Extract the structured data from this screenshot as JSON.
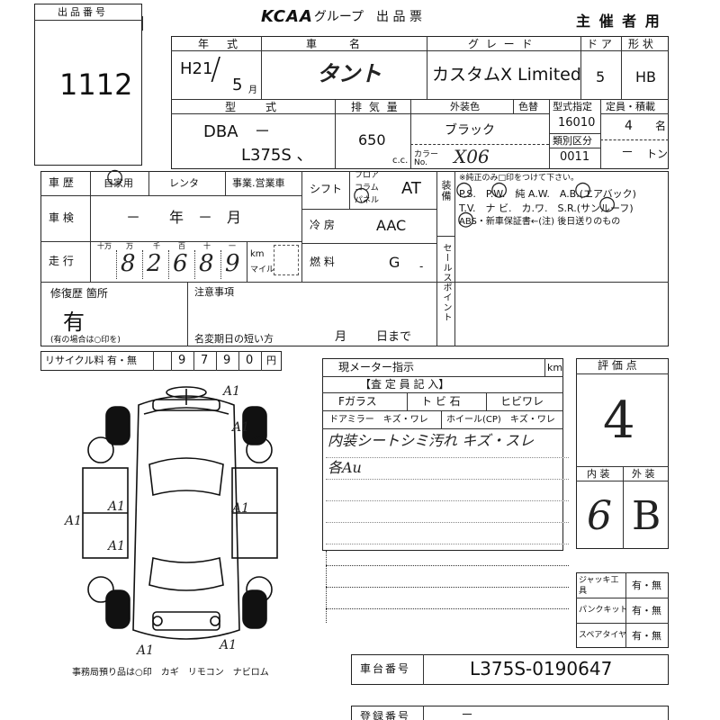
{
  "header": {
    "lot_label": "出品番号",
    "lot_number": "1112",
    "brand": "KCAA",
    "form_title": ". グループ　出 品 票",
    "copy_label": "主 催 者 用"
  },
  "row1": {
    "year_label": "年　式",
    "year_era": "H21",
    "year_month": "5",
    "month_unit": "月",
    "name_label": "車　　名",
    "car_name": "タント",
    "grade_label": "グ レ ー ド",
    "grade": "カスタムX Limited",
    "door_label": "ド ア",
    "doors": "5",
    "shape_label": "形 状",
    "shape": "HB"
  },
  "row2": {
    "model_label": "型　　式",
    "model_prefix": "DBA　－",
    "model_code": "L375S 、",
    "displacement_label": "排 気 量",
    "displacement": "650",
    "cc_unit": "c.c.",
    "color_label": "外装色",
    "color_change_label": "色替",
    "color": "ブラック",
    "color_no_label": "カラー No.",
    "color_no": "X06",
    "type_label": "型式指定",
    "type_no": "16010",
    "class_label": "類別区分",
    "class_no": "0011",
    "capacity_label": "定員・積載",
    "capacity": "4",
    "capacity_unit": "名",
    "load": "－",
    "load_unit": "トン"
  },
  "row3": {
    "history_label": "車 歴",
    "history_options": [
      "自家用",
      "レンタ",
      "事業.営業車"
    ],
    "inspection_label": "車 検",
    "inspection_value": "－　　年　－　月",
    "mileage_label": "走 行",
    "mileage_units": [
      "十万",
      "万",
      "千",
      "百",
      "十",
      "一"
    ],
    "mileage_digits": [
      "8",
      "2",
      "6",
      "8",
      "9"
    ],
    "km_label": "km",
    "mile_label": "マイル",
    "shift_label": "シフト",
    "shift_options": [
      "フロア",
      "コラム",
      "パネル"
    ],
    "shift": "AT",
    "ac_label": "冷 房",
    "ac": "AAC",
    "fuel_label": "燃 料",
    "fuel": "G",
    "equip_label": "装備",
    "equip_note": "※純正のみ□印をつけて下さい。",
    "equip_line1": "P.S.　P.W.　純 A.W.　A.B.(エアバック)",
    "equip_line2": "T.V.　ナ ビ.　カ.ワ.　S.R.(サンルーフ)",
    "equip_line3": "ABS・新車保証書←(注) 後日送りのもの",
    "sales_point_label": "セールスポイント"
  },
  "row4": {
    "repair_label": "修復歴 箇所",
    "repair_value": "有",
    "repair_note": "(有の場合は○印を)",
    "remarks_label": "注意事項",
    "name_change_label": "名変期日の短い方",
    "name_change_month": "月",
    "name_change_day": "日まで"
  },
  "recycle": {
    "label": "リサイクル料 有・無",
    "digits": [
      "",
      "9",
      "7",
      "9",
      "0"
    ],
    "unit": "円"
  },
  "meter": {
    "label": "現メーター指示",
    "unit": "km"
  },
  "inspector": {
    "title": "【査 定 員 記 入】",
    "glass": "Fガラス",
    "stone": "ト ビ 石",
    "crack": "ヒビワレ",
    "mirror": "ドアミラー　キズ・ワレ",
    "wheel": "ホイール(CP)　キズ・ワレ",
    "note1": "内装シートシミ汚れ キズ・スレ",
    "note2": "各Au"
  },
  "diagram": {
    "marks": [
      "A1",
      "A1",
      "A1",
      "A1",
      "A1",
      "A1",
      "A1",
      "A1"
    ],
    "footer": "事務局預り品は○印　カギ　リモコン　ナビロム"
  },
  "evaluation": {
    "label": "評 価 点",
    "score": "4",
    "interior_label": "内 装",
    "exterior_label": "外 装",
    "interior": "6",
    "exterior": "B"
  },
  "accessories": [
    {
      "label": "ジャッキ工具",
      "value": "有・無"
    },
    {
      "label": "パンクキット",
      "value": "有・無"
    },
    {
      "label": "スペアタイヤ",
      "value": "有・無"
    }
  ],
  "chassis": {
    "label": "車台番号",
    "value": "L375S-0190647"
  },
  "registration": {
    "label": "登録番号",
    "value": "－"
  }
}
